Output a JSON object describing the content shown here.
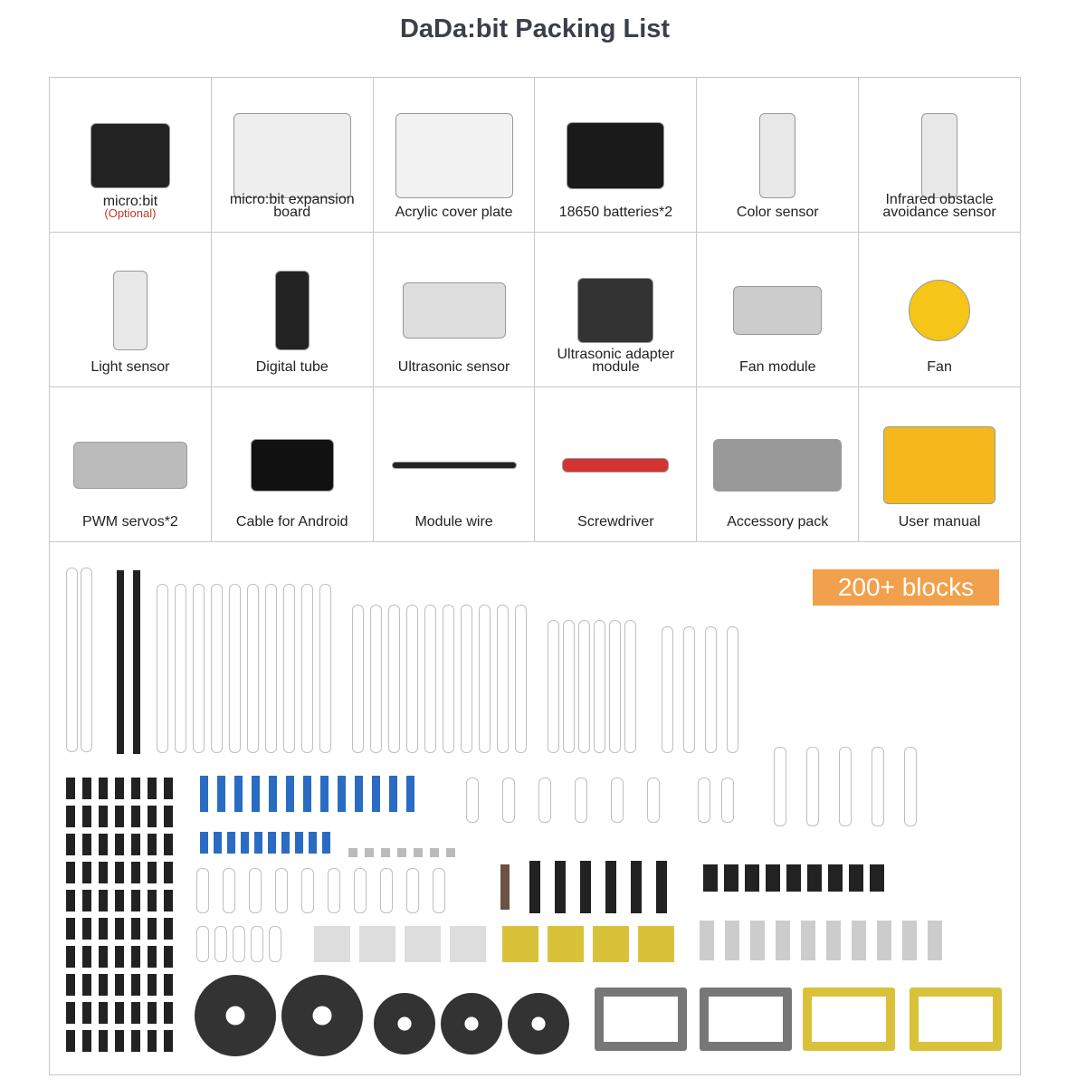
{
  "title": "DaDa:bit Packing List",
  "items": [
    {
      "label": "micro:bit",
      "note": "(Optional)",
      "color": "#222222"
    },
    {
      "label": "micro:bit expansion board",
      "color": "#eeeeee"
    },
    {
      "label": "Acrylic cover plate",
      "color": "#f2f2f2"
    },
    {
      "label": "18650 batteries*2",
      "color": "#1a1a1a"
    },
    {
      "label": "Color sensor",
      "color": "#e8e8e8"
    },
    {
      "label": "Infrared obstacle avoidance sensor",
      "color": "#e8e8e8"
    },
    {
      "label": "Light sensor",
      "color": "#e8e8e8"
    },
    {
      "label": "Digital tube",
      "color": "#222222"
    },
    {
      "label": "Ultrasonic sensor",
      "color": "#dddddd"
    },
    {
      "label": "Ultrasonic adapter module",
      "color": "#333333"
    },
    {
      "label": "Fan module",
      "color": "#cccccc"
    },
    {
      "label": "Fan",
      "color": "#f5c518"
    },
    {
      "label": "PWM servos*2",
      "color": "#bbbbbb"
    },
    {
      "label": "Cable for Android",
      "color": "#111111"
    },
    {
      "label": "Module wire",
      "color": "#222222"
    },
    {
      "label": "Screwdriver",
      "color": "#d33333"
    },
    {
      "label": "Accessory pack",
      "color": "#999999"
    },
    {
      "label": "User manual",
      "color": "#f5b81c"
    }
  ],
  "blocks_badge": "200+ blocks",
  "colors": {
    "yellow": "#d9c23a",
    "orange": "#f0a050",
    "white": "#eeeeee",
    "black": "#222222",
    "blue": "#2a6cc4",
    "gray": "#777777",
    "accent": "#f2a04c"
  }
}
